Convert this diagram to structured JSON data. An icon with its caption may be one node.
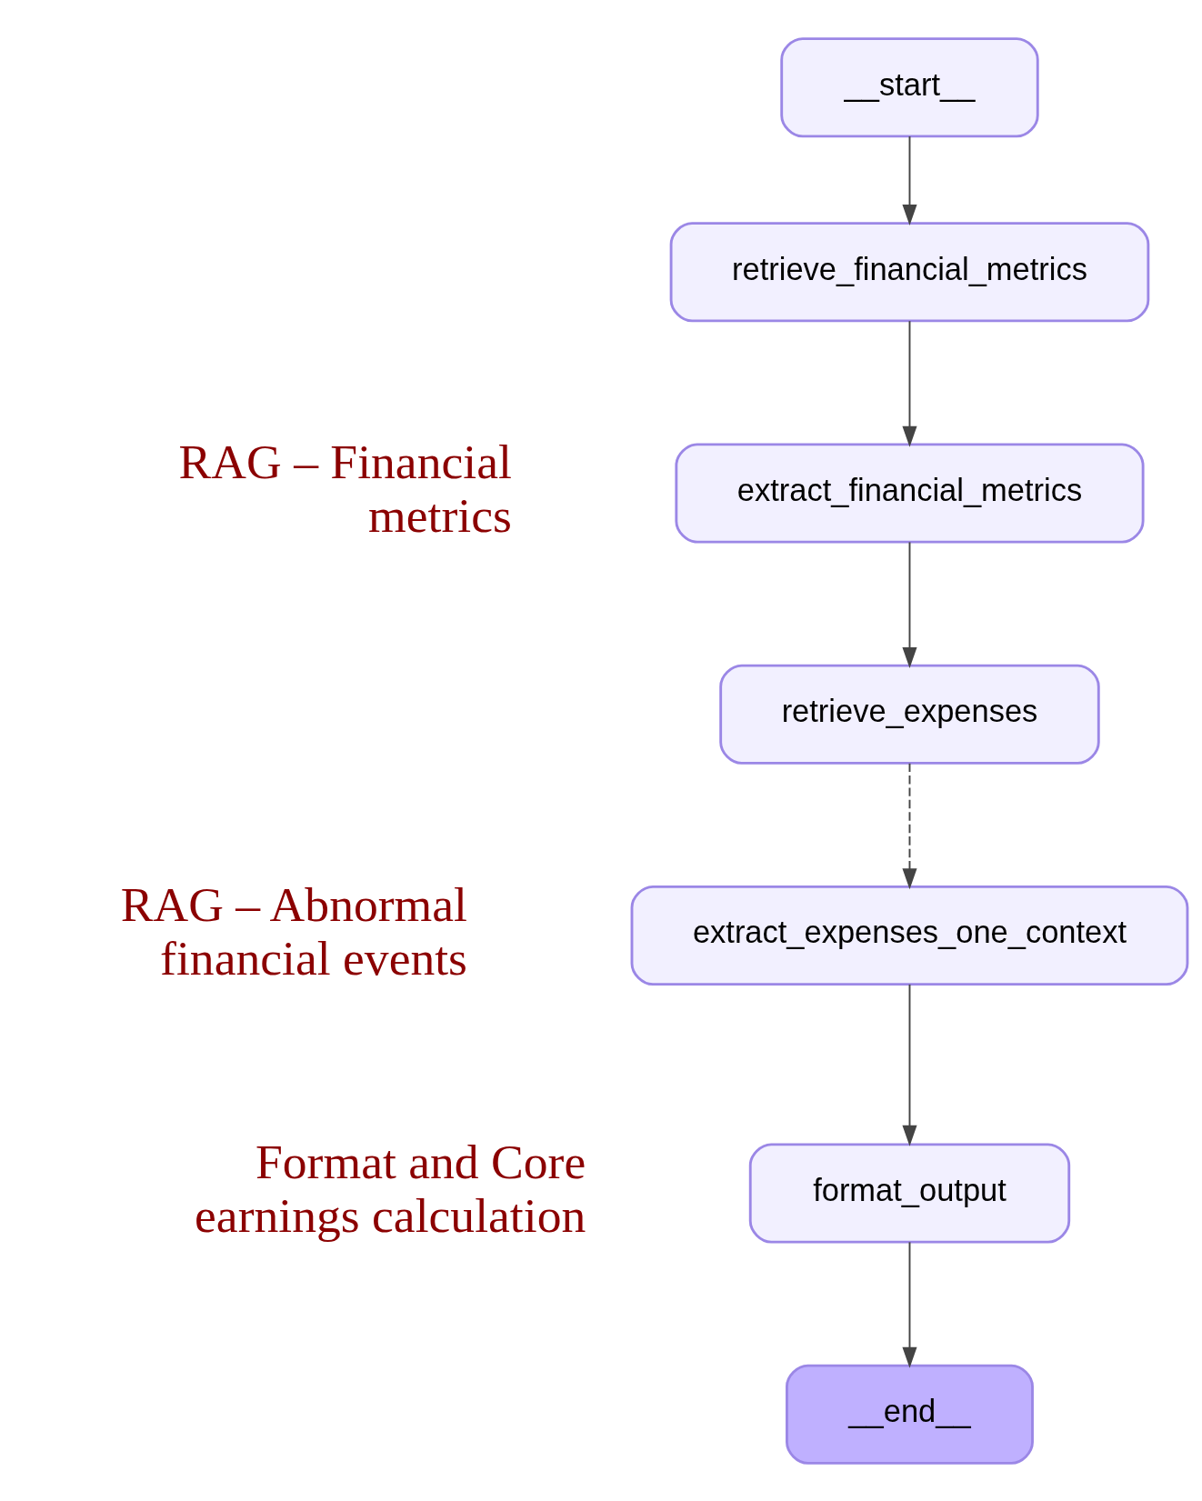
{
  "diagram": {
    "nodes": [
      {
        "text": [
          "__start__"
        ]
      },
      {
        "text": [
          "retrieve_financial_metrics"
        ]
      },
      {
        "text": [
          "extract_financial_metrics"
        ]
      },
      {
        "text": [
          "retrieve_expenses"
        ]
      },
      {
        "text": [
          "extract_expenses_one_context"
        ]
      },
      {
        "text": [
          "format_output"
        ]
      },
      {
        "text": [
          "__end__"
        ]
      }
    ],
    "edges": [
      {
        "from": 0,
        "to": 1,
        "arrow": "to"
      },
      {
        "from": 1,
        "to": 2,
        "arrow": "to"
      },
      {
        "from": 2,
        "to": 3,
        "arrow": "to"
      },
      {
        "from": 3,
        "to": 4,
        "arrow": "to",
        "style": "dashed"
      },
      {
        "from": 4,
        "to": 5,
        "arrow": "to"
      },
      {
        "from": 5,
        "to": 6,
        "arrow": "to"
      }
    ],
    "labels": [
      "RAG – Financial metrics",
      "RAG – Abnormal financial events",
      "Format and Core earnings calculation"
    ]
  }
}
